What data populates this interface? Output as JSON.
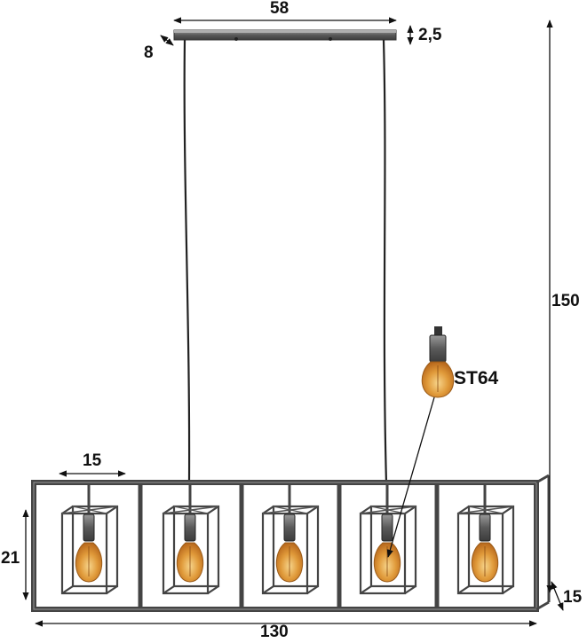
{
  "dimensions": {
    "canopy_width": "58",
    "canopy_depth": "8",
    "canopy_height": "2,5",
    "total_height": "150",
    "cage_width": "15",
    "cage_height": "21",
    "frame_width": "130",
    "frame_depth": "15"
  },
  "bulb": {
    "model": "ST64"
  },
  "colors": {
    "metal": "#4a4a4a",
    "metal_light": "#8a8a8a",
    "cable": "#222222",
    "bulb_glass": "#d98a2b",
    "bulb_glow": "#f3c06b",
    "dimension_line": "#111111"
  },
  "lamp": {
    "cage_count": 5
  }
}
